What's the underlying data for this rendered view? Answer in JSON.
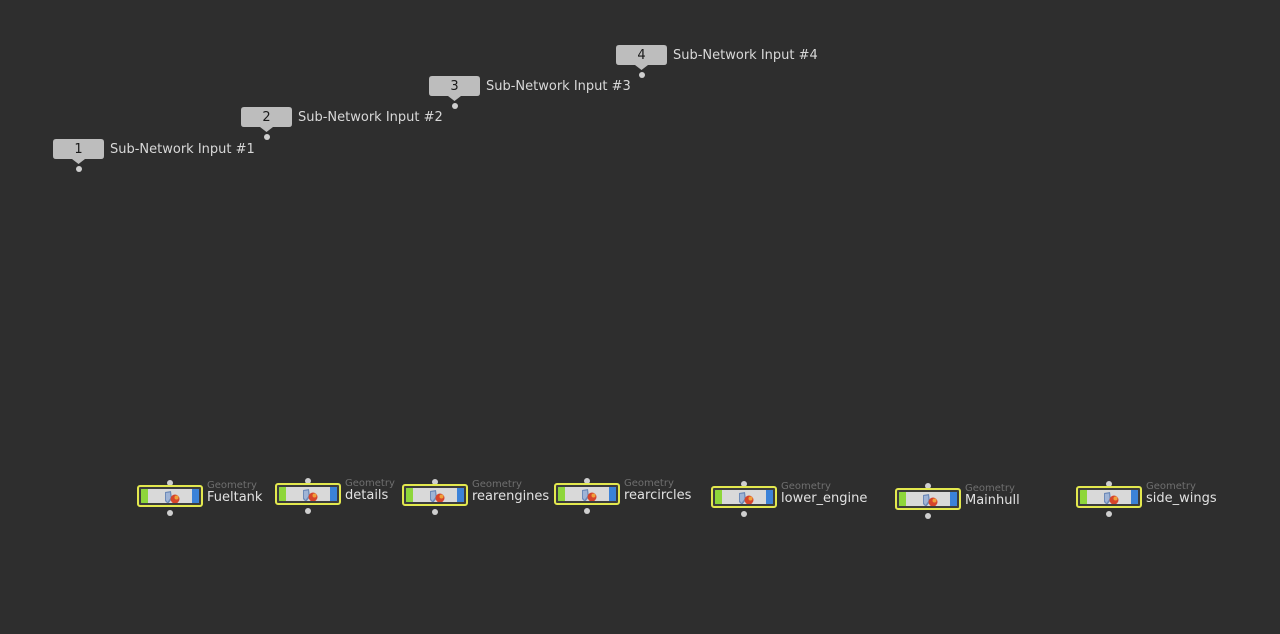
{
  "network": {
    "inputs": [
      {
        "number": "1",
        "label": "Sub-Network Input #1"
      },
      {
        "number": "2",
        "label": "Sub-Network Input #2"
      },
      {
        "number": "3",
        "label": "Sub-Network Input #3"
      },
      {
        "number": "4",
        "label": "Sub-Network Input #4"
      }
    ],
    "geometry_nodes": [
      {
        "type": "Geometry",
        "name": "Fueltank",
        "icon": "geometry-object-icon"
      },
      {
        "type": "Geometry",
        "name": "details",
        "icon": "geometry-object-icon"
      },
      {
        "type": "Geometry",
        "name": "rearengines",
        "icon": "geometry-object-icon"
      },
      {
        "type": "Geometry",
        "name": "rearcircles",
        "icon": "geometry-object-icon"
      },
      {
        "type": "Geometry",
        "name": "lower_engine",
        "icon": "geometry-object-icon"
      },
      {
        "type": "Geometry",
        "name": "Mainhull",
        "icon": "geometry-object-icon"
      },
      {
        "type": "Geometry",
        "name": "side_wings",
        "icon": "geometry-object-icon"
      }
    ],
    "colors": {
      "background": "#2e2e2e",
      "input_node_fill": "#bdbdbd",
      "node_selected_outline": "#e3e84e",
      "display_flag": "#8ed63a",
      "render_flag": "#3b82d8"
    }
  }
}
